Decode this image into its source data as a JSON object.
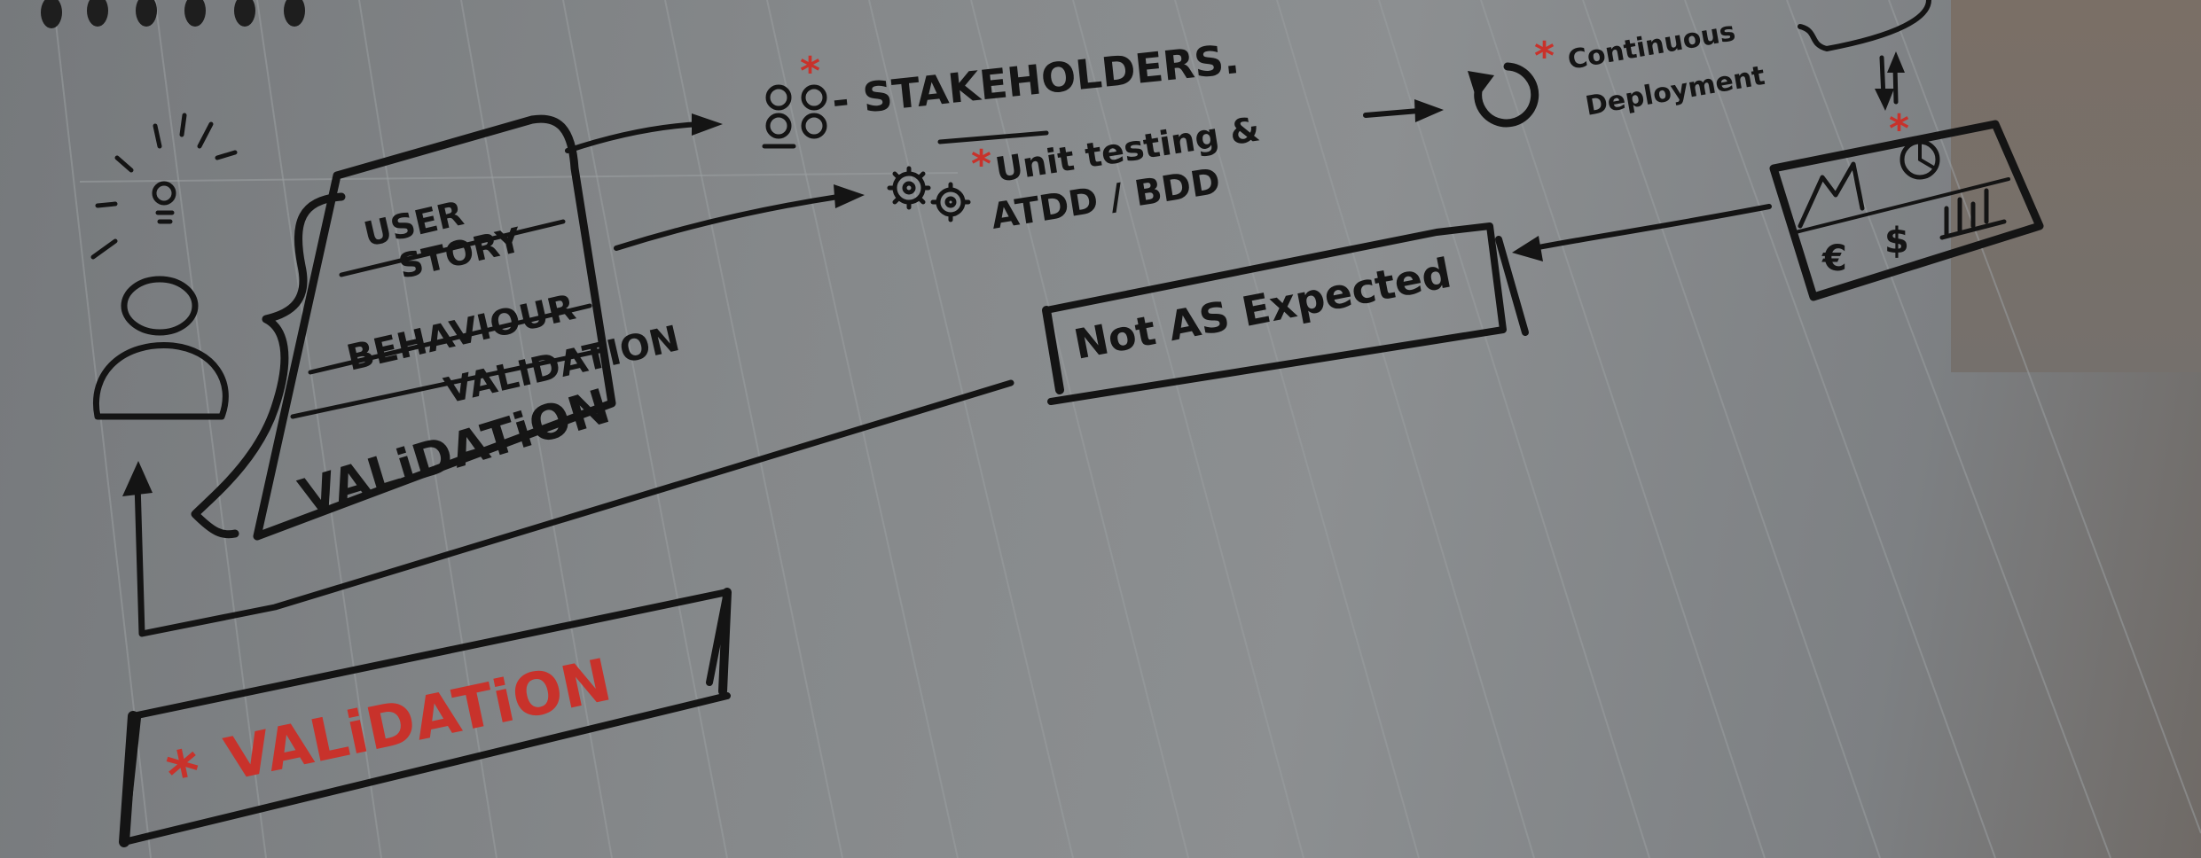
{
  "diagram": {
    "user_story_box": {
      "row1_line1": "USER",
      "row1_line2": "STORY",
      "row2": "BEHAVIOUR",
      "row3a": "VALIDATION",
      "row3b": "VALiDATiON"
    },
    "stakeholders": "- STAKEHOLDERS.",
    "unit_testing_line1": "Unit testing &",
    "unit_testing_line2": "ATDD / BDD",
    "continuous_line1": "Continuous",
    "continuous_line2": "Deployment",
    "not_as_expected": "Not AS Expected",
    "validation_banner": "VALiDATiON",
    "asterisk": "*",
    "dashboard_symbols": {
      "euro": "€",
      "dollar": "$"
    }
  },
  "colors": {
    "ink": "#141414",
    "accent_red": "#c8322b",
    "paper": "#85888a"
  },
  "icons": [
    "lightbulb-icon",
    "person-icon",
    "stakeholders-icon",
    "gears-icon",
    "refresh-icon",
    "dashboard-icon"
  ]
}
